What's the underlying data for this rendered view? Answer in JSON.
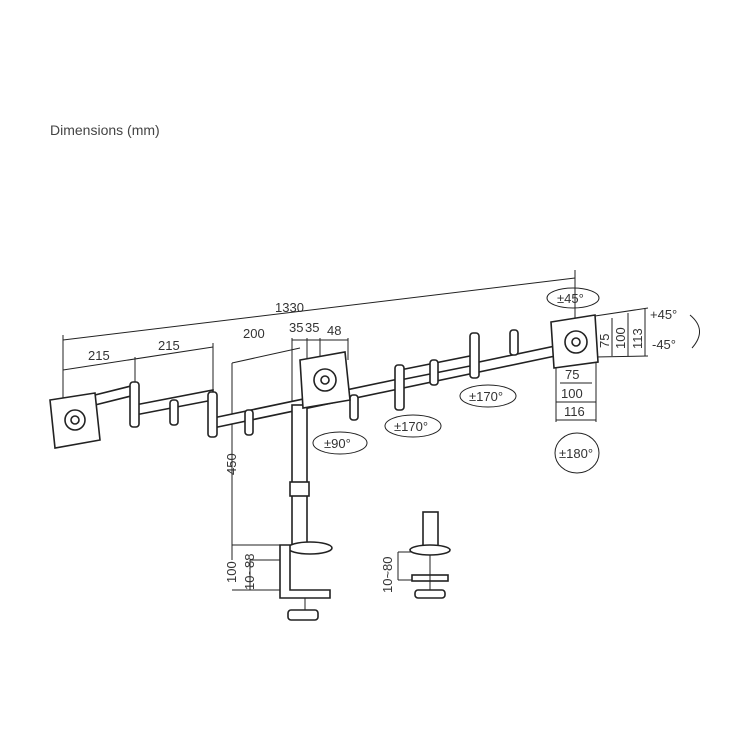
{
  "title": "Dimensions (mm)",
  "dimensions": {
    "total_width": "1330",
    "arm_1": "215",
    "arm_2": "215",
    "center_arm": "200",
    "offset_a": "35",
    "offset_b": "35",
    "offset_c": "48",
    "pole_height": "450",
    "clamp_height": "100",
    "clamp_range": "10~88",
    "grommet_range": "10~80",
    "vesa_v_75": "75",
    "vesa_v_100": "100",
    "plate_h": "113",
    "vesa_h_75": "75",
    "vesa_h_100": "100",
    "plate_w": "116"
  },
  "angles": {
    "tilt_top": "±45°",
    "tilt_up": "+45°",
    "tilt_down": "-45°",
    "rotate": "±180°",
    "swivel_right_1": "±170°",
    "swivel_right_2": "±170°",
    "swivel_center": "±90°"
  }
}
